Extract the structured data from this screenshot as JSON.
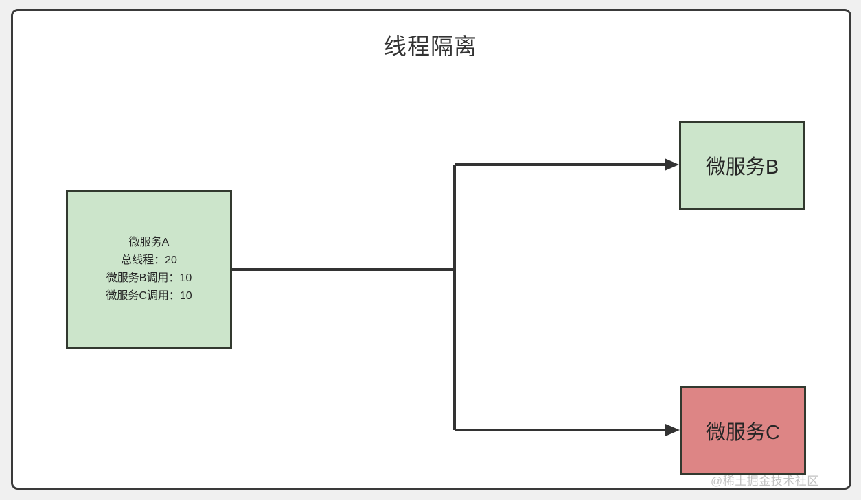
{
  "page": {
    "background_color": "#f0f0f0",
    "frame_background": "#ffffff",
    "frame_border_color": "#3a3a3a"
  },
  "diagram": {
    "title": "线程隔离",
    "type": "flow-diagram",
    "colors": {
      "green_fill": "#cce5cb",
      "red_fill": "#dd8585",
      "node_border": "#32392f",
      "edge_stroke": "#333333",
      "text": "#262626"
    },
    "nodes": [
      {
        "id": "service-a",
        "name": "微服务A",
        "fill": "#cce5cb",
        "lines": [
          "微服务A",
          "总线程：20",
          "微服务B调用：10",
          "微服务C调用：10"
        ]
      },
      {
        "id": "service-b",
        "name": "微服务B",
        "fill": "#cce5cb",
        "label": "微服务B"
      },
      {
        "id": "service-c",
        "name": "微服务C",
        "fill": "#dd8585",
        "label": "微服务C"
      }
    ],
    "edges": [
      {
        "from": "service-a",
        "to": "service-b",
        "arrow": true
      },
      {
        "from": "service-a",
        "to": "service-c",
        "arrow": true
      }
    ]
  },
  "watermark": {
    "text": "@稀土掘金技术社区"
  }
}
